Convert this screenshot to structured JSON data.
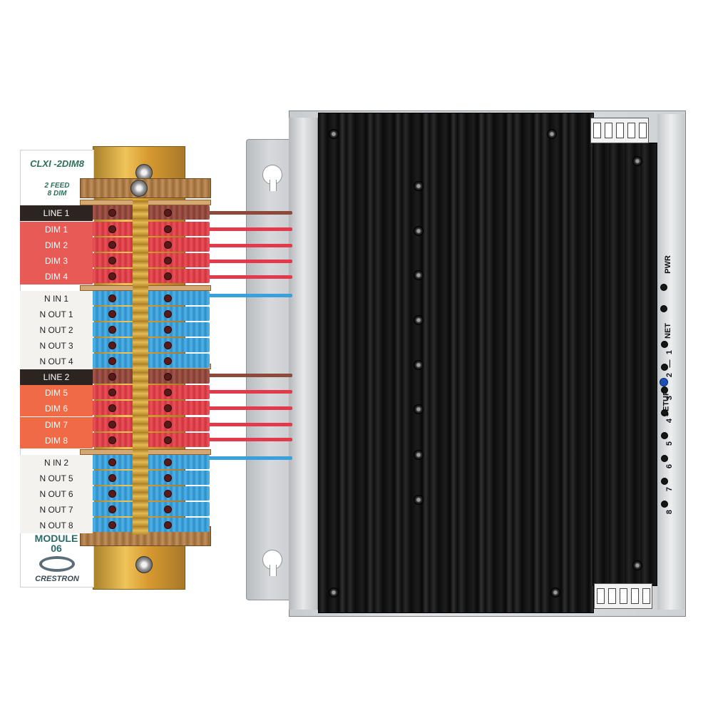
{
  "module": {
    "product_name": "CLXI -2DIM8",
    "feed_line": "2 FEED",
    "dim_line": "8 DIM",
    "module_label_1": "MODULE",
    "module_label_2": "06",
    "brand": "CRESTRON",
    "terminals": [
      {
        "label": "LINE 1",
        "kind": "line"
      },
      {
        "label": "DIM 1",
        "kind": "dim"
      },
      {
        "label": "DIM 2",
        "kind": "dim"
      },
      {
        "label": "DIM 3",
        "kind": "dim"
      },
      {
        "label": "DIM 4",
        "kind": "dim"
      },
      {
        "label": "N IN 1",
        "kind": "neut"
      },
      {
        "label": "N OUT 1",
        "kind": "neut"
      },
      {
        "label": "N OUT 2",
        "kind": "neut"
      },
      {
        "label": "N OUT 3",
        "kind": "neut"
      },
      {
        "label": "N OUT 4",
        "kind": "neut"
      },
      {
        "label": "LINE 2",
        "kind": "line"
      },
      {
        "label": "DIM 5",
        "kind": "dim2"
      },
      {
        "label": "DIM 6",
        "kind": "dim2"
      },
      {
        "label": "DIM 7",
        "kind": "dim2"
      },
      {
        "label": "DIM 8",
        "kind": "dim2"
      },
      {
        "label": "N IN 2",
        "kind": "neut"
      },
      {
        "label": "N OUT 5",
        "kind": "neut"
      },
      {
        "label": "N OUT 6",
        "kind": "neut"
      },
      {
        "label": "N OUT 7",
        "kind": "neut"
      },
      {
        "label": "N OUT 8",
        "kind": "neut"
      }
    ]
  },
  "panel": {
    "pwr_label": "PWR",
    "net_label": "NET",
    "setup_label": "SETUP",
    "channel_numbers": [
      "1",
      "2",
      "3",
      "4",
      "5",
      "6",
      "7",
      "8"
    ]
  },
  "colors": {
    "heatsink": "#101010",
    "chassis": "#d7d9dc",
    "wire_brown": "#8b4a3a",
    "wire_red": "#e23a4a",
    "wire_blue": "#3aa0dc",
    "setup_button": "#1e4fb8",
    "label_text": "#2e6e5a"
  }
}
